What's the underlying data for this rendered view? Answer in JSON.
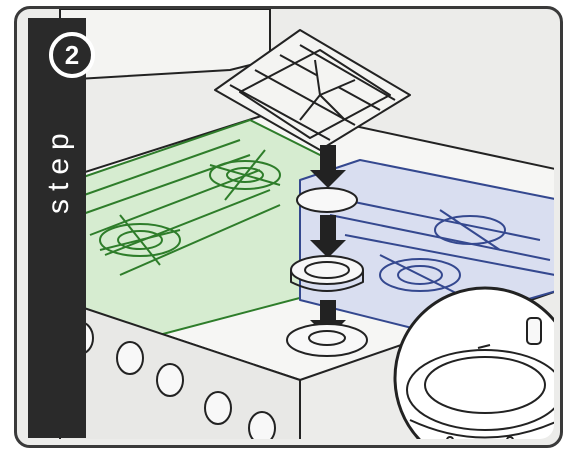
{
  "step": {
    "number": "2",
    "label": "step"
  },
  "palette": {
    "outline": "#222222",
    "panel": "#ececea",
    "dark": "#2a2a2a",
    "green": "#3fa33c",
    "blue": "#4c63b2"
  },
  "parts": [
    "grate",
    "burner-cap",
    "burner-head",
    "burner-base",
    "control-knobs"
  ]
}
